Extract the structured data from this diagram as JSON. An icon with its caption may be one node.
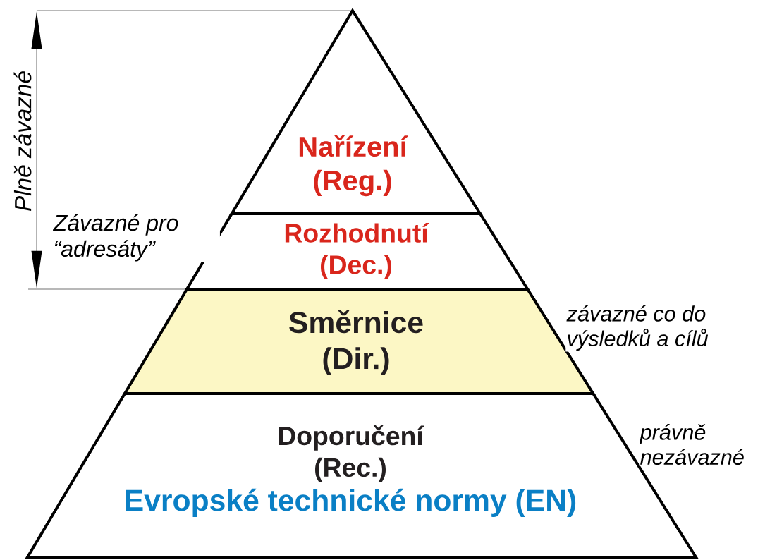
{
  "diagram": {
    "nodes": [
      {
        "text": [
          "Nařízení (Reg.)"
        ]
      },
      {
        "text": [
          "Rozhodnutí (Dec.)"
        ]
      },
      {
        "text": [
          "Směrnice (Dir.)"
        ]
      },
      {
        "text": [
          "Doporučení (Rec.)",
          "Evropské technické normy (EN)"
        ]
      }
    ],
    "labels": [
      "Plně závazné",
      "Závazné pro “adresáty”",
      "závazné co do výsledků a cílů",
      "právně nezávazné"
    ]
  }
}
